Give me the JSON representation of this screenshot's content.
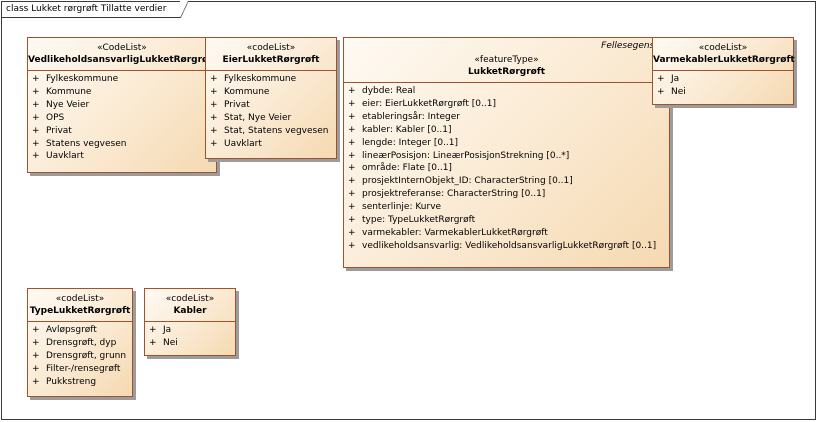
{
  "frame": {
    "title": "class Lukket rørgrøft Tillatte verdier"
  },
  "boxes": {
    "vedlikehold": {
      "stereotype": "«CodeList»",
      "name": "VedlikeholdsansvarligLukketRørgrøft",
      "items": [
        "Fylkeskommune",
        "Kommune",
        "Nye Veier",
        "OPS",
        "Privat",
        "Statens vegvesen",
        "Uavklart"
      ]
    },
    "eier": {
      "stereotype": "«codeList»",
      "name": "EierLukketRørgrøft",
      "items": [
        "Fylkeskommune",
        "Kommune",
        "Privat",
        "Stat, Nye Veier",
        "Stat, Statens vegvesen",
        "Uavklart"
      ]
    },
    "feature": {
      "tag": "Fellesegenska",
      "stereotype": "«featureType»",
      "name": "LukketRørgrøft",
      "items": [
        "dybde: Real",
        "eier: EierLukketRørgrøft [0..1]",
        "etableringsår: Integer",
        "kabler: Kabler [0..1]",
        "lengde: Integer [0..1]",
        "lineærPosisjon: LineærPosisjonStrekning [0..*]",
        "område: Flate [0..1]",
        "prosjektInternObjekt_ID: CharacterString [0..1]",
        "prosjektreferanse: CharacterString [0..1]",
        "senterlinje: Kurve",
        "type: TypeLukketRørgrøft",
        "varmekabler: VarmekablerLukketRørgrøft",
        "vedlikeholdsansvarlig: VedlikeholdsansvarligLukketRørgrøft [0..1]"
      ]
    },
    "varmekabler": {
      "stereotype": "«codeList»",
      "name": "VarmekablerLukketRørgrøft",
      "items": [
        "Ja",
        "Nei"
      ]
    },
    "type": {
      "stereotype": "«codeList»",
      "name": "TypeLukketRørgrøft",
      "items": [
        "Avløpsgrøft",
        "Drensgrøft, dyp",
        "Drensgrøft, grunn",
        "Filter-/rensegrøft",
        "Pukkstreng"
      ]
    },
    "kabler": {
      "stereotype": "«codeList»",
      "name": "Kabler",
      "items": [
        "Ja",
        "Nei"
      ]
    }
  },
  "plus_symbol": "+"
}
